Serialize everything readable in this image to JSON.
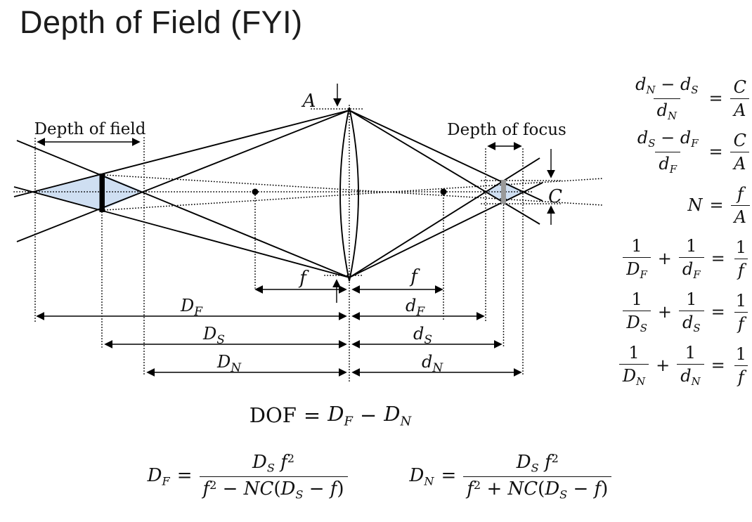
{
  "slide": {
    "title": "Depth of Field (FYI)"
  },
  "diagram": {
    "labels": {
      "depth_of_field": "Depth of field",
      "depth_of_focus": "Depth of focus",
      "aperture": "A",
      "circle_of_confusion": "C",
      "focal_left": "f",
      "focal_right": "f",
      "DF": {
        "base": "D",
        "sub": "F"
      },
      "DS": {
        "base": "D",
        "sub": "S"
      },
      "DN": {
        "base": "D",
        "sub": "N"
      },
      "dF": {
        "base": "d",
        "sub": "F"
      },
      "dS": {
        "base": "d",
        "sub": "S"
      },
      "dN": {
        "base": "d",
        "sub": "N"
      }
    },
    "colors": {
      "dof_region_fill": "#cfdff2",
      "sensor_bar": "#999999",
      "object_bar": "#000000",
      "line": "#000000"
    }
  },
  "equations": {
    "right": [
      {
        "parts": [
          {
            "frac": {
              "num": "d_N − d_S",
              "den": "d_N"
            }
          },
          "=",
          {
            "frac": {
              "num": "C",
              "den": "A"
            }
          }
        ]
      },
      {
        "parts": [
          {
            "frac": {
              "num": "d_S − d_F",
              "den": "d_F"
            }
          },
          "=",
          {
            "frac": {
              "num": "C",
              "den": "A"
            }
          }
        ]
      },
      {
        "parts": [
          "N",
          "=",
          {
            "frac": {
              "num": "f",
              "den": "A"
            }
          }
        ]
      },
      {
        "parts": [
          {
            "frac": {
              "num": "1",
              "den": "D_F"
            }
          },
          "+",
          {
            "frac": {
              "num": "1",
              "den": "d_F"
            }
          },
          "=",
          {
            "frac": {
              "num": "1",
              "den": "f"
            }
          }
        ]
      },
      {
        "parts": [
          {
            "frac": {
              "num": "1",
              "den": "D_S"
            }
          },
          "+",
          {
            "frac": {
              "num": "1",
              "den": "d_S"
            }
          },
          "=",
          {
            "frac": {
              "num": "1",
              "den": "f"
            }
          }
        ]
      },
      {
        "parts": [
          {
            "frac": {
              "num": "1",
              "den": "D_N"
            }
          },
          "+",
          {
            "frac": {
              "num": "1",
              "den": "d_N"
            }
          },
          "=",
          {
            "frac": {
              "num": "1",
              "den": "f"
            }
          }
        ]
      }
    ],
    "dof": {
      "parts": [
        {
          "rm": "DOF"
        },
        "=",
        "D_F",
        "−",
        "D_N"
      ]
    },
    "bottom": [
      {
        "parts": [
          "D_F",
          "=",
          {
            "frac": {
              "num": "D_S f^2",
              "den": "f^2 − NC(D_S − f)"
            }
          }
        ]
      },
      {
        "parts": [
          "D_N",
          "=",
          {
            "frac": {
              "num": "D_S f^2",
              "den": "f^2 + NC(D_S − f)"
            }
          }
        ]
      }
    ]
  }
}
